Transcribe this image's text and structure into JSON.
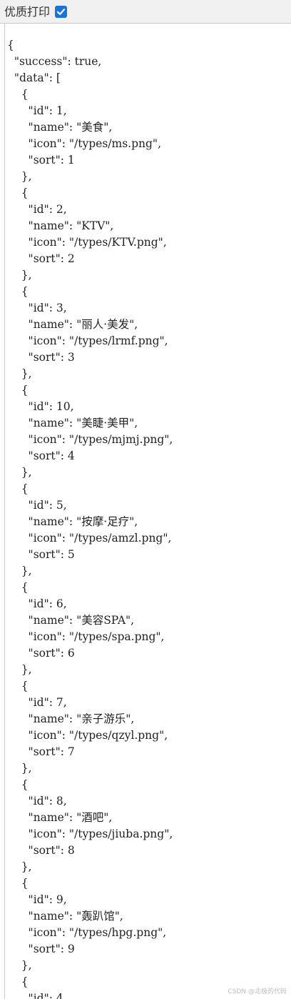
{
  "toolbar": {
    "pretty_print_label": "优质打印",
    "pretty_print_checked": true,
    "checkbox_color": "#1a73d6"
  },
  "json_text": "{\n  \"success\": true,\n  \"data\": [\n    {\n      \"id\": 1,\n      \"name\": \"美食\",\n      \"icon\": \"/types/ms.png\",\n      \"sort\": 1\n    },\n    {\n      \"id\": 2,\n      \"name\": \"KTV\",\n      \"icon\": \"/types/KTV.png\",\n      \"sort\": 2\n    },\n    {\n      \"id\": 3,\n      \"name\": \"丽人·美发\",\n      \"icon\": \"/types/lrmf.png\",\n      \"sort\": 3\n    },\n    {\n      \"id\": 10,\n      \"name\": \"美睫·美甲\",\n      \"icon\": \"/types/mjmj.png\",\n      \"sort\": 4\n    },\n    {\n      \"id\": 5,\n      \"name\": \"按摩·足疗\",\n      \"icon\": \"/types/amzl.png\",\n      \"sort\": 5\n    },\n    {\n      \"id\": 6,\n      \"name\": \"美容SPA\",\n      \"icon\": \"/types/spa.png\",\n      \"sort\": 6\n    },\n    {\n      \"id\": 7,\n      \"name\": \"亲子游乐\",\n      \"icon\": \"/types/qzyl.png\",\n      \"sort\": 7\n    },\n    {\n      \"id\": 8,\n      \"name\": \"酒吧\",\n      \"icon\": \"/types/jiuba.png\",\n      \"sort\": 8\n    },\n    {\n      \"id\": 9,\n      \"name\": \"轰趴馆\",\n      \"icon\": \"/types/hpg.png\",\n      \"sort\": 9\n    },\n    {\n      \"id\": 4",
  "watermark": "CSDN @北极的代码"
}
